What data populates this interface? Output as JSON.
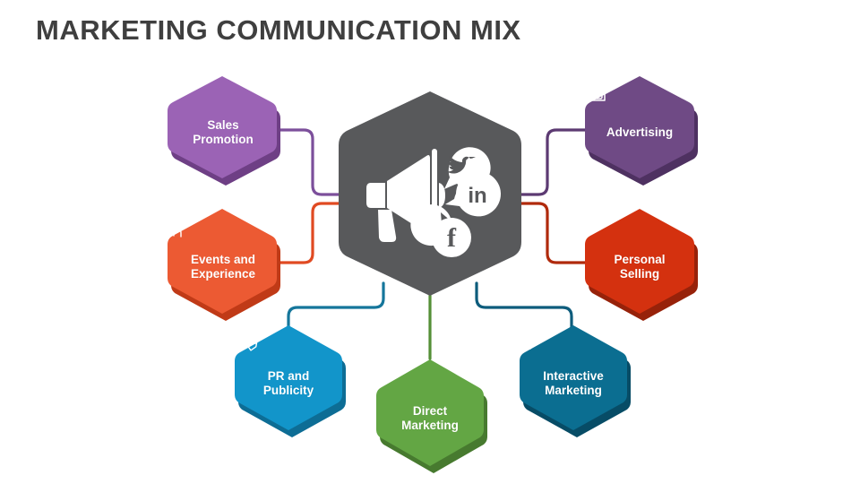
{
  "title": "MARKETING COMMUNICATION MIX",
  "theme": {
    "background": "#ffffff",
    "title_color": "#3f3f3f",
    "label_color": "#ffffff"
  },
  "center": {
    "name": "marketing-communication-hub",
    "fill": "#58595b",
    "icon": "megaphone-social-icon",
    "social_bubbles": [
      {
        "name": "twitter-bubble",
        "glyph": "twitter"
      },
      {
        "name": "linkedin-bubble",
        "glyph": "in"
      },
      {
        "name": "facebook-bubble",
        "glyph": "f"
      }
    ]
  },
  "nodes": [
    {
      "id": "sales-promotion",
      "label": "Sales\nPromotion",
      "icon": "monitor-megaphone-icon",
      "fill": "#9b63b5",
      "shadow": "#6e3f85",
      "connector": "#7c4f9b"
    },
    {
      "id": "advertising",
      "label": "Advertising",
      "icon": "ads-browser-icon",
      "fill": "#6f4a85",
      "shadow": "#4e3161",
      "connector": "#5c3a72"
    },
    {
      "id": "events-and-experience",
      "label": "Events and\nExperience",
      "icon": "person-star-rating-icon",
      "fill": "#ec5a33",
      "shadow": "#c03a17",
      "connector": "#e04a22"
    },
    {
      "id": "personal-selling",
      "label": "Personal\nSelling",
      "icon": "hand-package-icon",
      "fill": "#d4310f",
      "shadow": "#97220a",
      "connector": "#b02a0c"
    },
    {
      "id": "pr-and-publicity",
      "label": "PR and\nPublicity",
      "icon": "megaphone-tags-icon",
      "fill": "#1295ca",
      "shadow": "#0d6d95",
      "connector": "#15769b"
    },
    {
      "id": "direct-marketing",
      "label": "Direct\nMarketing",
      "icon": "monitor-cart-icon",
      "fill": "#63a644",
      "shadow": "#477a2f",
      "connector": "#548f37"
    },
    {
      "id": "interactive-marketing",
      "label": "Interactive\nMarketing",
      "icon": "monitor-people-icon",
      "fill": "#0b6e91",
      "shadow": "#074c66",
      "connector": "#0d5c7c"
    }
  ]
}
